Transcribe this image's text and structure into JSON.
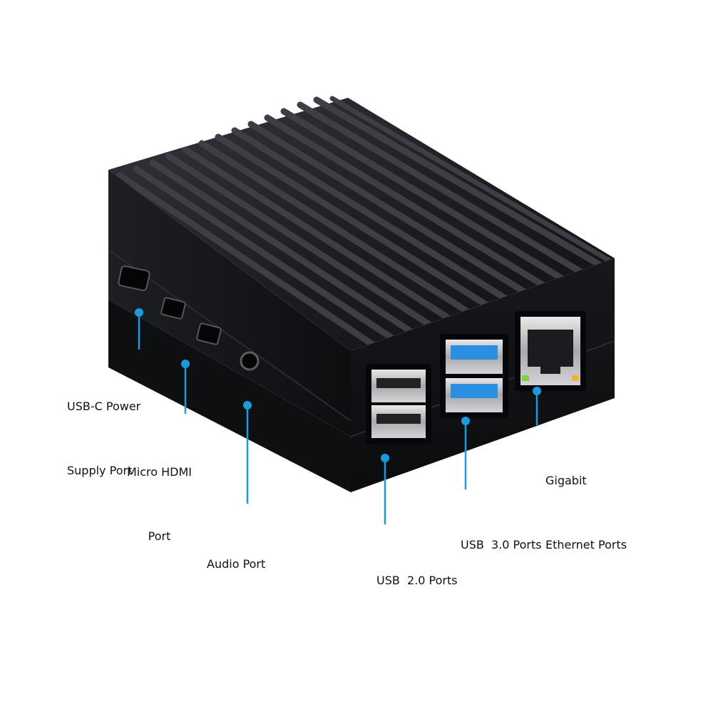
{
  "callouts": {
    "usb_c": {
      "line1": "USB-C Power",
      "line2": "Supply Port"
    },
    "micro_hdmi": {
      "line1": "Micro HDMI",
      "line2": "Port"
    },
    "audio": {
      "line1": "Audio Port"
    },
    "usb2": {
      "line1": "USB  2.0 Ports"
    },
    "usb3": {
      "line1": "USB  3.0 Ports"
    },
    "ethernet": {
      "line1": "Gigabit",
      "line2": "Ethernet Ports"
    }
  },
  "colors": {
    "callout_blue": "#1a9be0",
    "case_black": "#141518",
    "usb3_blue": "#2a8fe0",
    "label_text": "#111111"
  }
}
